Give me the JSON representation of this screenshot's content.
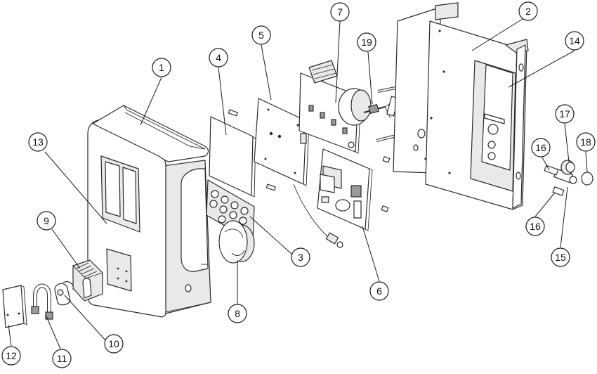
{
  "diagram": {
    "callouts": [
      {
        "id": "1",
        "label": "1"
      },
      {
        "id": "2",
        "label": "2"
      },
      {
        "id": "3",
        "label": "3"
      },
      {
        "id": "4",
        "label": "4"
      },
      {
        "id": "5",
        "label": "5"
      },
      {
        "id": "6",
        "label": "6"
      },
      {
        "id": "7",
        "label": "7"
      },
      {
        "id": "8",
        "label": "8"
      },
      {
        "id": "9",
        "label": "9"
      },
      {
        "id": "10",
        "label": "10"
      },
      {
        "id": "11",
        "label": "11"
      },
      {
        "id": "12",
        "label": "12"
      },
      {
        "id": "13",
        "label": "13"
      },
      {
        "id": "14",
        "label": "14"
      },
      {
        "id": "15",
        "label": "15"
      },
      {
        "id": "16a",
        "label": "16"
      },
      {
        "id": "16b",
        "label": "16"
      },
      {
        "id": "17",
        "label": "17"
      },
      {
        "id": "18",
        "label": "18"
      },
      {
        "id": "19",
        "label": "19"
      }
    ]
  }
}
